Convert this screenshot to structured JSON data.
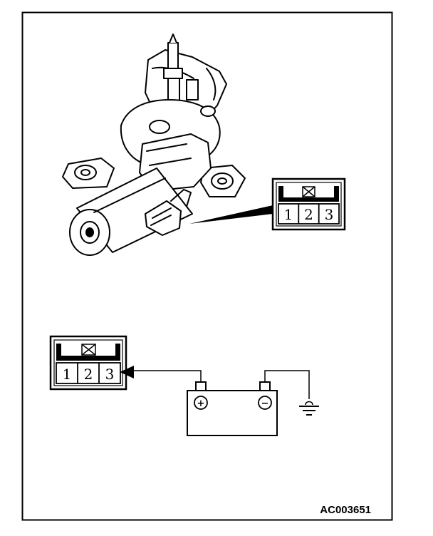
{
  "figure_code": "AC003651",
  "connector_top": {
    "pins": [
      "1",
      "2",
      "3"
    ]
  },
  "connector_bottom": {
    "pins": [
      "1",
      "2",
      "3"
    ]
  },
  "battery": {
    "positive_symbol": "+",
    "negative_symbol": "−"
  },
  "colors": {
    "ink": "#000000",
    "paper": "#ffffff"
  },
  "icons": [
    "wiper-motor-illustration",
    "connector-lock-icon",
    "battery-icon",
    "ground-icon"
  ]
}
